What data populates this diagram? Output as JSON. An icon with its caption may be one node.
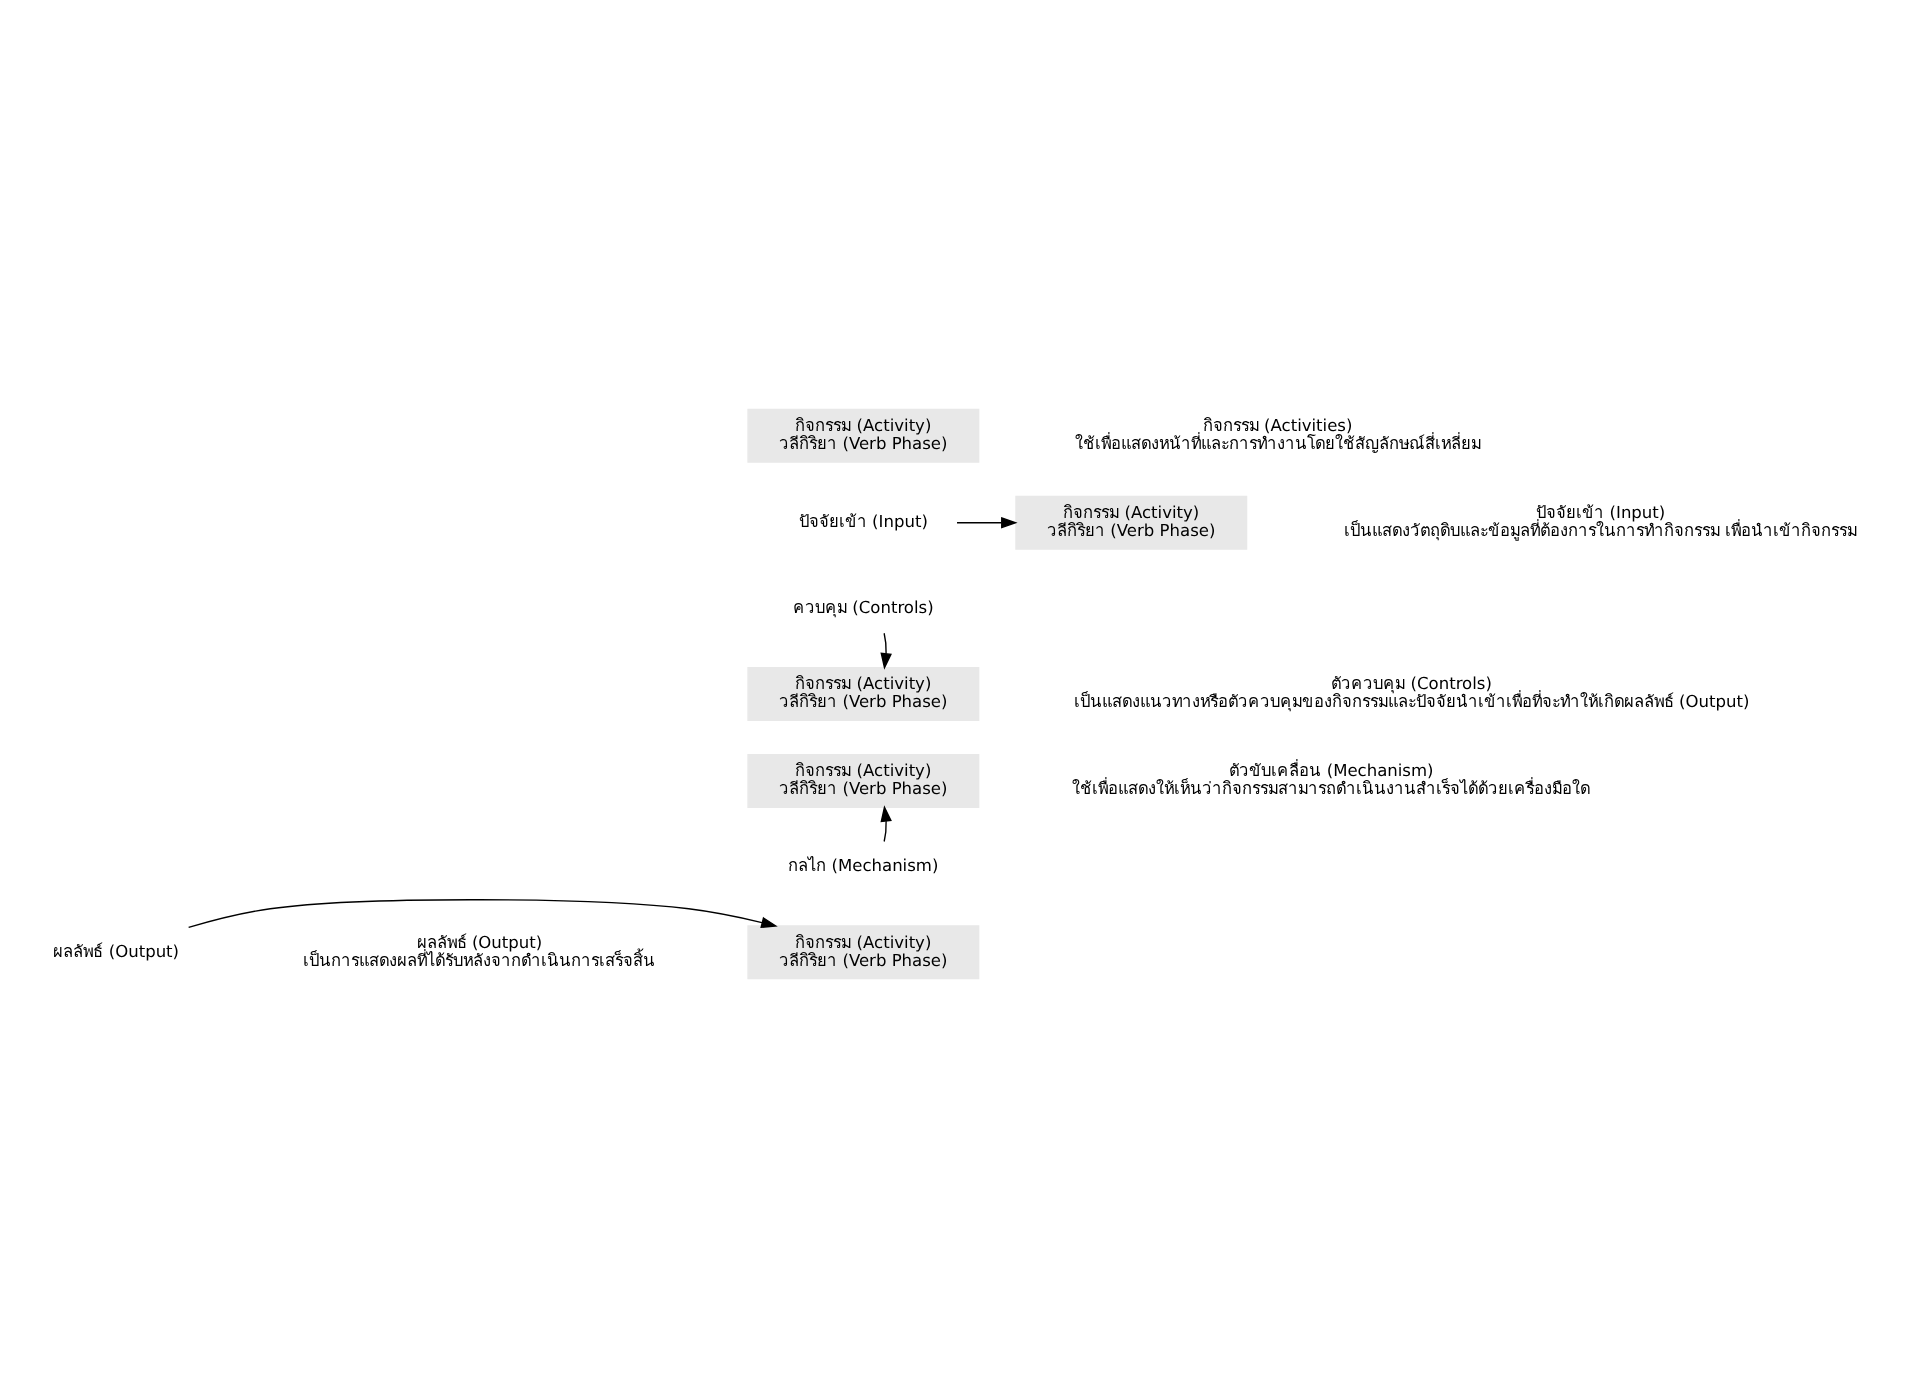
{
  "diagram": {
    "nodes": [
      {
        "text": [
          "กิจกรรม (Activity)",
          "วลีกิริยา (Verb Phase)"
        ]
      },
      {
        "text": [
          "ปัจจัยเข้า (Input)"
        ]
      },
      {
        "text": [
          "กิจกรรม (Activity)",
          "วลีกิริยา (Verb Phase)"
        ]
      },
      {
        "text": [
          "ควบคุม (Controls)"
        ]
      },
      {
        "text": [
          "กิจกรรม (Activity)",
          "วลีกิริยา (Verb Phase)"
        ]
      },
      {
        "text": [
          "กิจกรรม (Activity)",
          "วลีกิริยา (Verb Phase)"
        ]
      },
      {
        "text": [
          "กลไก (Mechanism)"
        ]
      },
      {
        "text": [
          "กิจกรรม (Activity)",
          "วลีกิริยา (Verb Phase)"
        ]
      },
      {
        "text": [
          "ผลลัพธ์ (Output)"
        ]
      }
    ],
    "edges": [
      {
        "from": 1,
        "to": 2,
        "arrow": "to"
      },
      {
        "from": 3,
        "to": 4,
        "arrow": "to"
      },
      {
        "from": 6,
        "to": 5,
        "arrow": "to"
      },
      {
        "from": 8,
        "to": 7,
        "arrow": "to"
      }
    ],
    "labels": [
      "กิจกรรม (Activities) ใช้เพื่อแสดงหน้าที่และการทำงานโดยใช้สัญลักษณ์สี่เหลี่ยม",
      "ปัจจัยเข้า (Input) เป็นแสดงวัตถุดิบและข้อมูลที่ต้องการในการทำกิจกรรม เพื่อนำเข้ากิจกรรม",
      "ตัวควบคุม (Controls) เป็นแสดงแนวทางหรือตัวควบคุมของกิจกรรมและปัจจัยนำเข้าเพื่อที่จะทำให้เกิดผลลัพธ์ (Output)",
      "ตัวขับเคลื่อน (Mechanism) ใช้เพื่อแสดงให้เห็นว่ากิจกรรมสามารถดำเนินงานสำเร็จได้ด้วยเครื่องมือใด",
      "ผลลัพธ์ (Output) เป็นการแสดงผลที่ได้รับหลังจากดำเนินการเสร็จสิ้น"
    ]
  }
}
